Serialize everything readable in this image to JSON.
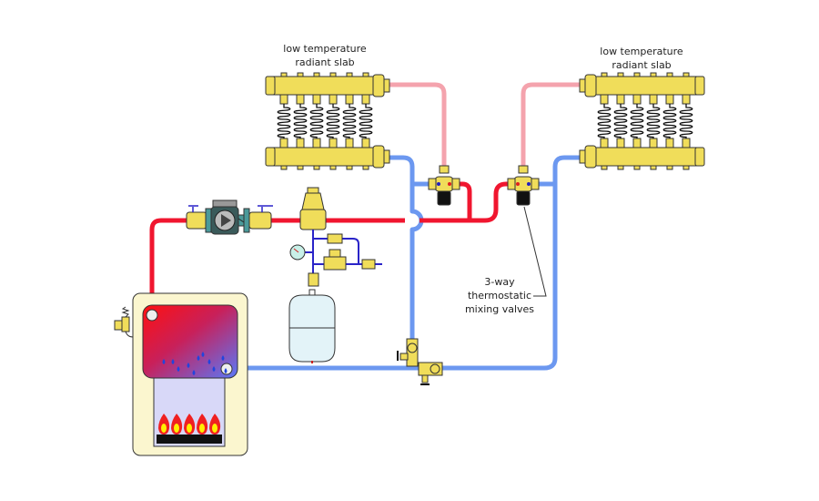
{
  "labels": {
    "slab_left_line1": "low temperature",
    "slab_left_line2": "radiant slab",
    "slab_right_line1": "low temperature",
    "slab_right_line2": "radiant slab",
    "mixing_line1": "3-way",
    "mixing_line2": "thermostatic",
    "mixing_line3": "mixing valves"
  },
  "colors": {
    "supply_hot": "#f0162f",
    "supply_mixed": "#f4a3ad",
    "return": "#6c98f0",
    "brass": "#f0dd5a",
    "boiler_cabinet": "#fbf6cf",
    "expansion_tank": "#e3f3f8",
    "makeup_water_line": "#2a24c8"
  },
  "manifold": {
    "loops_per_manifold": 6
  }
}
